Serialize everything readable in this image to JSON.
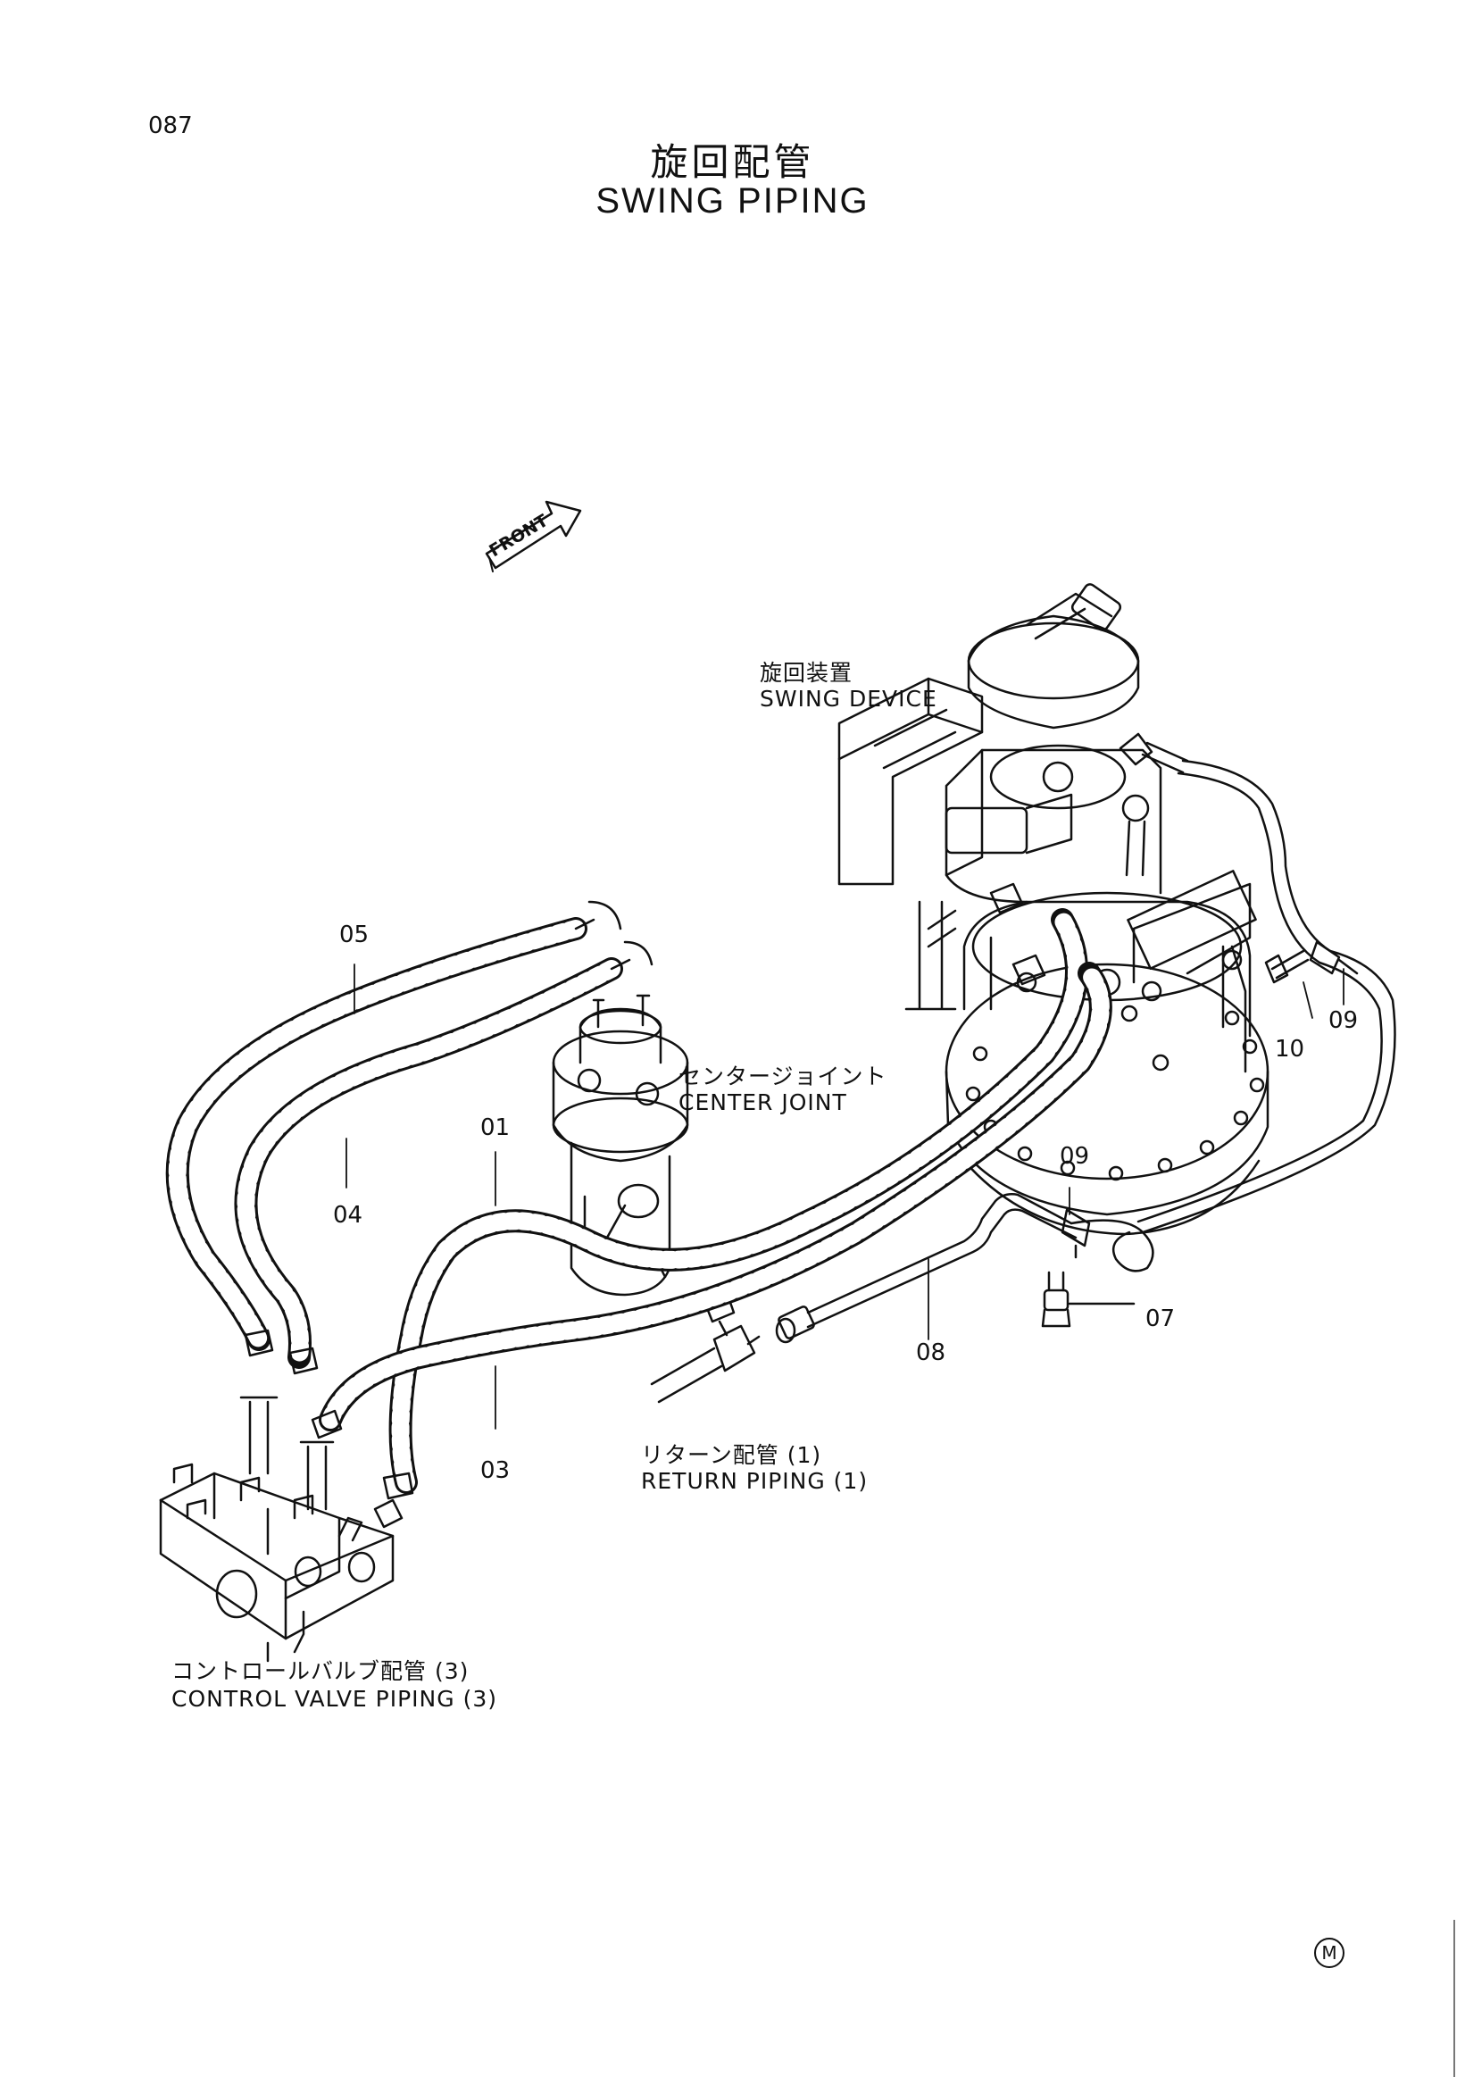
{
  "header": {
    "page_number": "087",
    "title_jp": "旋回配管",
    "title_en": "SWING PIPING"
  },
  "front_arrow": {
    "label": "FRONT"
  },
  "components": {
    "swing_device": {
      "jp": "旋回装置",
      "en": "SWING DEVICE"
    },
    "center_joint": {
      "jp": "センタージョイント",
      "en": "CENTER JOINT"
    },
    "return_piping": {
      "jp": "リターン配管 (1)",
      "en": "RETURN PIPING (1)"
    },
    "control_valve_piping": {
      "jp": "コントロールバルブ配管 (3)",
      "en": "CONTROL VALVE PIPING (3)"
    }
  },
  "part_callouts": {
    "p01": "01",
    "p03": "03",
    "p04": "04",
    "p05": "05",
    "p07": "07",
    "p08": "08",
    "p09a": "09",
    "p09b": "09",
    "p10": "10"
  },
  "footer": {
    "mark": "M"
  }
}
